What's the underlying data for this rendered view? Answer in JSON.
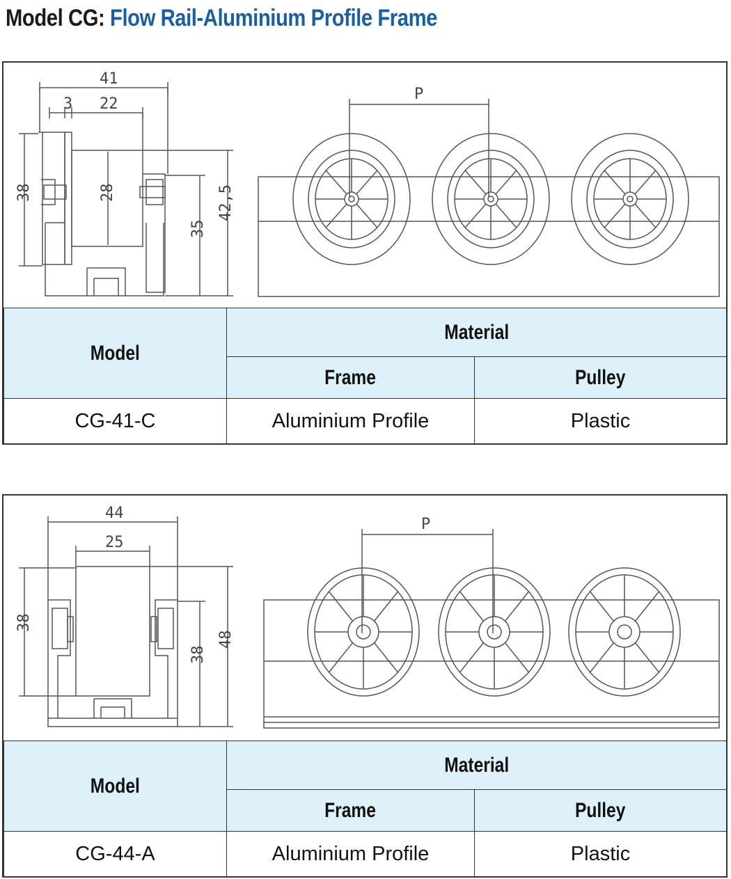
{
  "title": {
    "prefix": "Model CG:",
    "name": "Flow Rail-Aluminium Profile Frame"
  },
  "colors": {
    "title_accent": "#1b5fa0",
    "header_bg": "#def1fa",
    "line": "#555555"
  },
  "products": [
    {
      "dims": {
        "overall_width": "41",
        "flange": "3",
        "roller_width": "22",
        "outer_height": "38",
        "roller_height": "28",
        "rail_height": "35",
        "total_height": "42,5",
        "pitch": "P"
      },
      "table": {
        "model_header": "Model",
        "material_header": "Material",
        "frame_header": "Frame",
        "pulley_header": "Pulley",
        "model": "CG-41-C",
        "frame": "Aluminium Profile",
        "pulley": "Plastic"
      }
    },
    {
      "dims": {
        "overall_width": "44",
        "roller_width": "25",
        "outer_height": "38",
        "rail_height": "38",
        "total_height": "48",
        "pitch": "P"
      },
      "table": {
        "model_header": "Model",
        "material_header": "Material",
        "frame_header": "Frame",
        "pulley_header": "Pulley",
        "model": "CG-44-A",
        "frame": "Aluminium Profile",
        "pulley": "Plastic"
      }
    }
  ]
}
